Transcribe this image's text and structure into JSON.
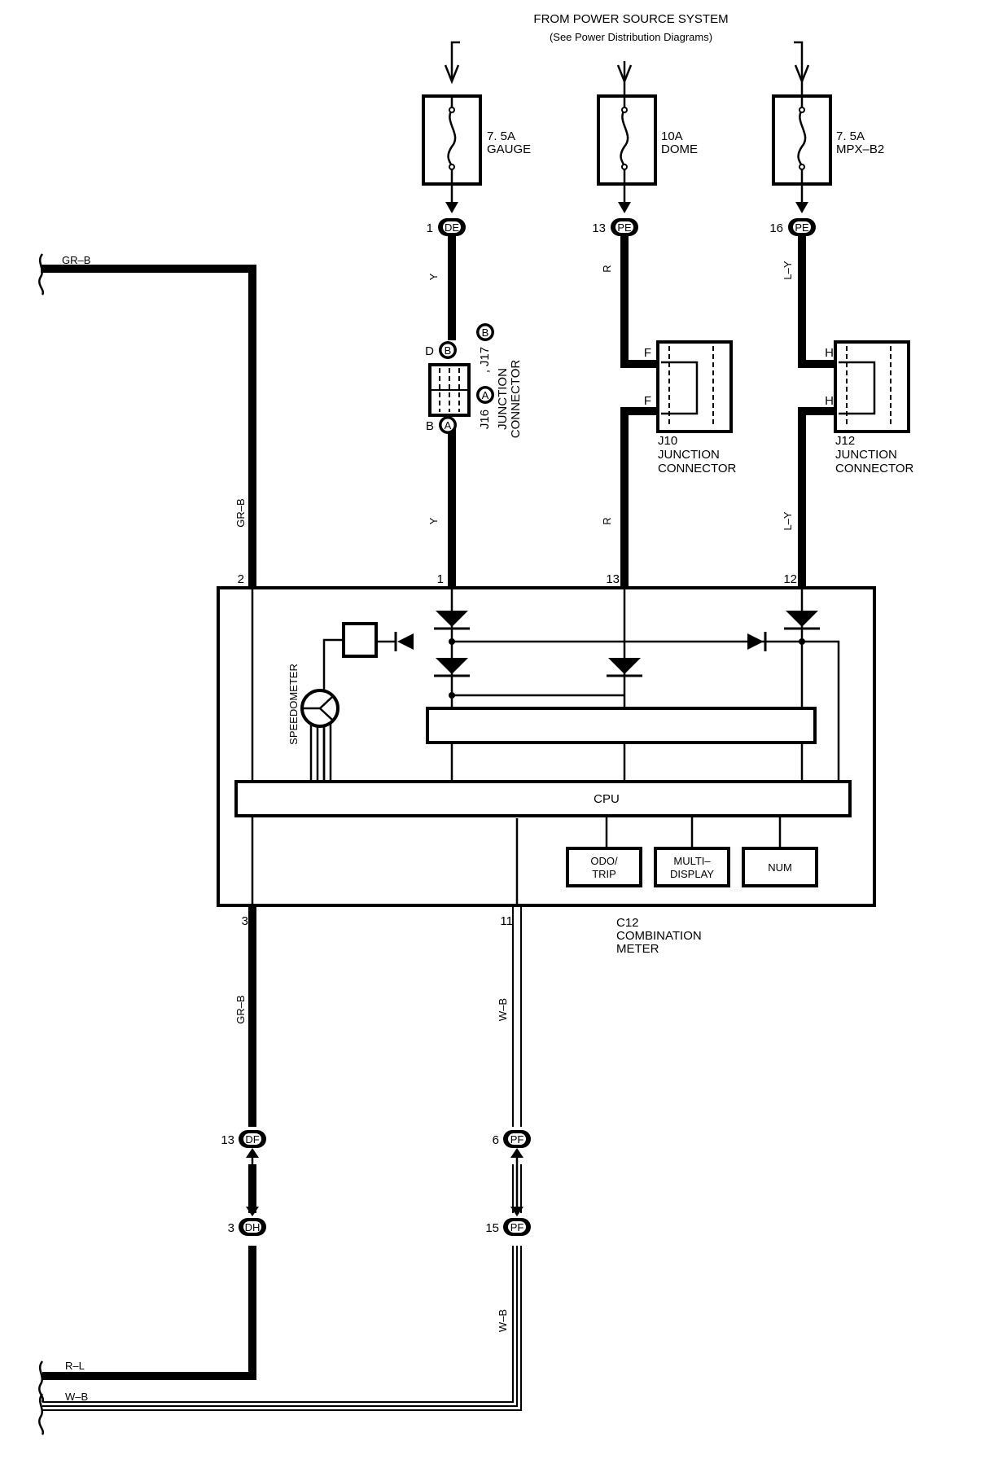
{
  "header": {
    "line1": "FROM POWER SOURCE SYSTEM",
    "line2": "(See Power Distribution Diagrams)"
  },
  "fuses": [
    {
      "rating": "7. 5A",
      "name": "GAUGE"
    },
    {
      "rating": "10A",
      "name": "DOME"
    },
    {
      "rating": "7. 5A",
      "name": "MPX–B2"
    }
  ],
  "connectors_top": [
    {
      "pin": "1",
      "code": "DE"
    },
    {
      "pin": "13",
      "code": "PE"
    },
    {
      "pin": "16",
      "code": "PE"
    }
  ],
  "wire_colors": {
    "gauge": "Y",
    "dome": "R",
    "mpx": "L–Y",
    "left_top": "GR–B",
    "left_bottom": "GR–B",
    "ground": "W–B",
    "r_l": "R–L",
    "w_b": "W–B"
  },
  "junction_j16_j17": {
    "pin_d": "D",
    "pin_b": "B",
    "letter_b": "B",
    "letter_a": "A",
    "j16": "J16",
    "j17": "J17",
    "comma": ",",
    "title1": "JUNCTION",
    "title2": "CONNECTOR"
  },
  "junction_j10": {
    "id": "J10",
    "pin": "F",
    "title1": "JUNCTION",
    "title2": "CONNECTOR"
  },
  "junction_j12": {
    "id": "J12",
    "pin": "H",
    "title1": "JUNCTION",
    "title2": "CONNECTOR"
  },
  "meter": {
    "id": "C12",
    "title1": "COMBINATION",
    "title2": "METER",
    "pins": {
      "p2": "2",
      "p1": "1",
      "p13": "13",
      "p12": "12",
      "p3": "3",
      "p11": "11"
    },
    "speedometer": "SPEEDOMETER",
    "cpu": "CPU",
    "odo1": "ODO/",
    "odo2": "TRIP",
    "multi1": "MULTI–",
    "multi2": "DISPLAY",
    "num": "NUM"
  },
  "connectors_bottom": [
    {
      "pin": "13",
      "code": "DF"
    },
    {
      "pin": "3",
      "code": "DH"
    },
    {
      "pin": "6",
      "code": "PF"
    },
    {
      "pin": "15",
      "code": "PF"
    }
  ]
}
